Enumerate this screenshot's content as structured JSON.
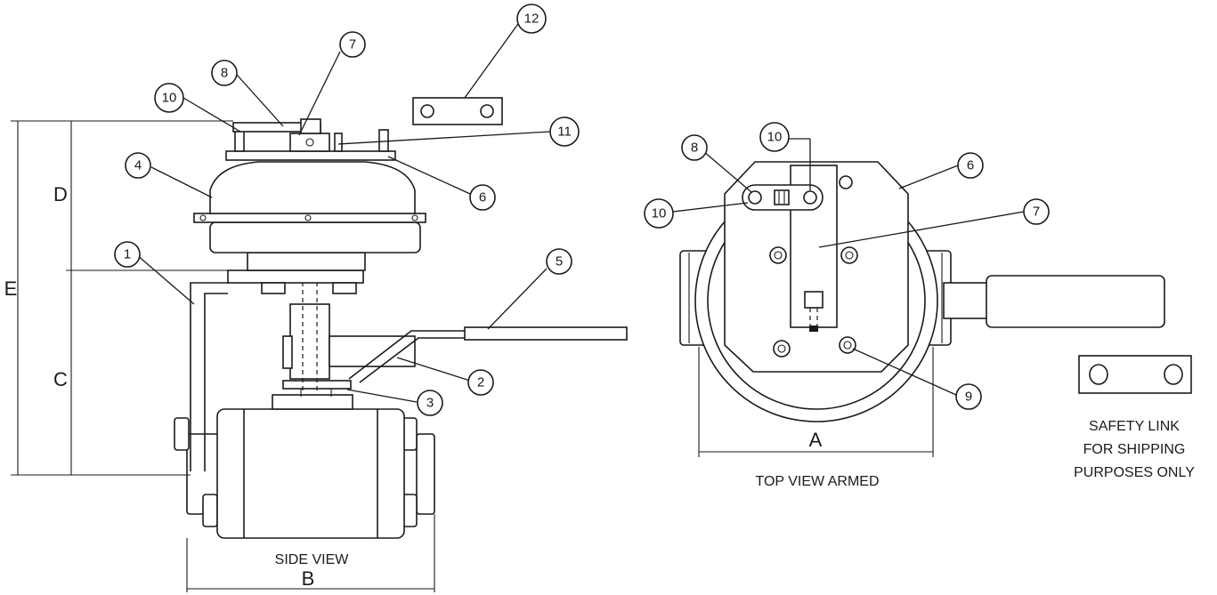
{
  "views": {
    "side_view_label": "SIDE VIEW",
    "top_view_label": "TOP VIEW ARMED",
    "safety_link_lines": [
      "SAFETY LINK",
      "FOR SHIPPING",
      "PURPOSES ONLY"
    ]
  },
  "dimensions": {
    "a": "A",
    "b": "B",
    "c": "C",
    "d": "D",
    "e": "E"
  },
  "balloons": {
    "side_1": "1",
    "side_2": "2",
    "side_3": "3",
    "side_4": "4",
    "side_5": "5",
    "side_6": "6",
    "side_7": "7",
    "side_8": "8",
    "side_10": "10",
    "side_11": "11",
    "side_12": "12",
    "top_6": "6",
    "top_7": "7",
    "top_8": "8",
    "top_9": "9",
    "top_10_upper": "10",
    "top_10_left": "10"
  }
}
